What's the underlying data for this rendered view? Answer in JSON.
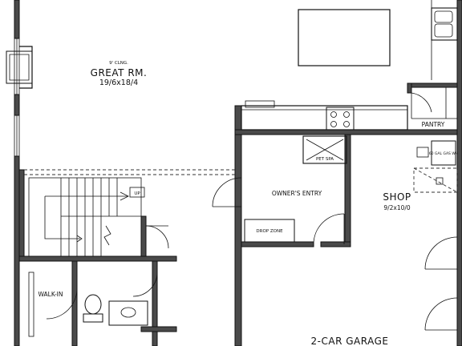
{
  "rooms": {
    "great_room": {
      "ceiling": "9' CLNG.",
      "name": "GREAT RM.",
      "dims": "19/6x18/4"
    },
    "pantry": {
      "name": "PANTRY"
    },
    "pet_spa": {
      "name": "PET SPA"
    },
    "owners_entry": {
      "name": "OWNER'S ENTRY"
    },
    "drop_zone": {
      "name": "DROP ZONE"
    },
    "shop": {
      "name": "SHOP",
      "dims": "9/2x10/0"
    },
    "walk_in": {
      "name": "WALK-IN"
    },
    "garage": {
      "name": "2-CAR GARAGE"
    }
  },
  "stairs": {
    "up_label": "UP"
  },
  "equipment": {
    "water_heater_text": "60 GAL GAS WH"
  }
}
